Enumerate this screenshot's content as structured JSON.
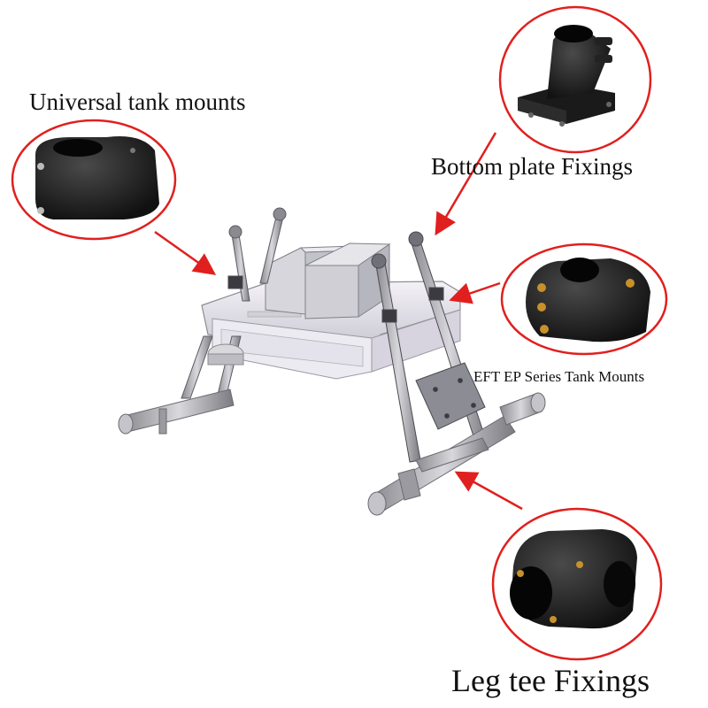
{
  "labels": {
    "universal_tank_mounts": "Universal tank mounts",
    "bottom_plate_fixings": "Bottom plate Fixings",
    "eft_ep_tank_mounts": "EFT EP Series Tank Mounts",
    "leg_tee_fixings": "Leg tee Fixings"
  },
  "colors": {
    "callout_ring": "#e0201e",
    "arrow": "#e0201e",
    "part_black": "#1c1c1c",
    "brass_insert": "#c8902a",
    "frame_gray": "#c9c9cf",
    "frame_light": "#eceaf0"
  }
}
